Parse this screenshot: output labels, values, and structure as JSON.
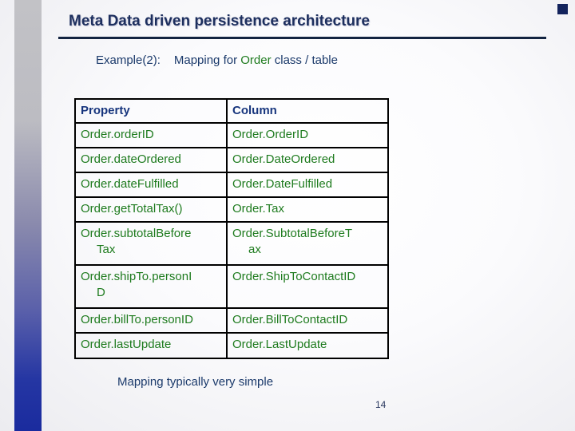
{
  "slide": {
    "title": "Meta Data driven persistence architecture",
    "subtitle": {
      "example_label": "Example(2):",
      "prefix": "Mapping for ",
      "highlight": "Order",
      "suffix": " class / table"
    },
    "footer_note": "Mapping typically very simple",
    "page_number": "14"
  },
  "table": {
    "headers": {
      "property": "Property",
      "column": "Column"
    },
    "rows": [
      {
        "property": "Order.orderID",
        "column": "Order.OrderID"
      },
      {
        "property": "Order.dateOrdered",
        "column": "Order.DateOrdered"
      },
      {
        "property": "Order.dateFulfilled",
        "column": "Order.DateFulfilled"
      },
      {
        "property": "Order.getTotalTax()",
        "column": "Order.Tax"
      },
      {
        "property": "Order.subtotalBefore\nTax",
        "column": "Order.SubtotalBeforeT\nax"
      },
      {
        "property": "Order.shipTo.personI\nD",
        "column": "Order.ShipToContactID"
      },
      {
        "property": "Order.billTo.personID",
        "column": "Order.BillToContactID"
      },
      {
        "property": "Order.lastUpdate",
        "column": "Order.LastUpdate"
      }
    ]
  },
  "colors": {
    "title_navy": "#1d2f5e",
    "subtitle_navy": "#1b3a6b",
    "accent_green": "#1e7b1e",
    "header_blue": "#17357d",
    "rule_navy": "#132441",
    "bar_top_gray": "#c2c2c6",
    "bar_mid": "#8a8aad",
    "bar_bottom_blue": "#1a2b9e",
    "table_border": "#000000"
  }
}
